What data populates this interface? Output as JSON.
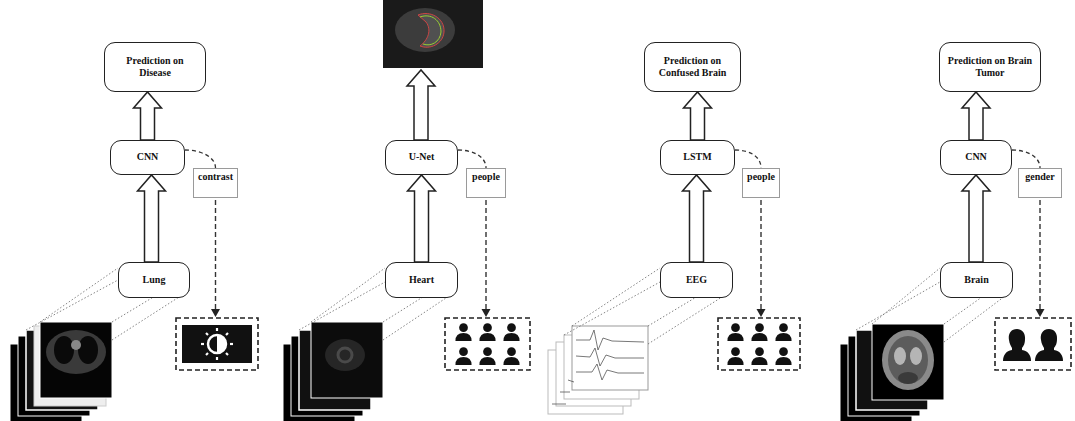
{
  "diagram": {
    "nodes": [
      {
        "text": [
          "Prediction on Disease"
        ]
      },
      {
        "text": [
          "CNN"
        ]
      },
      {
        "text": [
          "contrast"
        ]
      },
      {
        "text": [
          "Lung"
        ]
      },
      {
        "text": [
          "U-Net"
        ]
      },
      {
        "text": [
          "people"
        ]
      },
      {
        "text": [
          "Heart"
        ]
      },
      {
        "text": [
          "Prediction on Confused Brain"
        ]
      },
      {
        "text": [
          "LSTM"
        ]
      },
      {
        "text": [
          "people"
        ]
      },
      {
        "text": [
          "EEG"
        ]
      },
      {
        "text": [
          "Prediction on Brain Tumor"
        ]
      },
      {
        "text": [
          "CNN"
        ]
      },
      {
        "text": [
          "gender"
        ]
      },
      {
        "text": [
          "Brain"
        ]
      }
    ],
    "edges": [
      {
        "from": 3,
        "to": 1,
        "arrow": "to"
      },
      {
        "from": 1,
        "to": 0,
        "arrow": "to"
      },
      {
        "from": 1,
        "to": 2,
        "arrow": "none"
      },
      {
        "from": 6,
        "to": 4,
        "arrow": "to"
      },
      {
        "from": 4,
        "to": 5,
        "arrow": "none"
      },
      {
        "from": 10,
        "to": 8,
        "arrow": "to"
      },
      {
        "from": 8,
        "to": 7,
        "arrow": "to"
      },
      {
        "from": 8,
        "to": 9,
        "arrow": "none"
      },
      {
        "from": 14,
        "to": 12,
        "arrow": "to"
      },
      {
        "from": 12,
        "to": 11,
        "arrow": "to"
      },
      {
        "from": 12,
        "to": 13,
        "arrow": "none"
      }
    ]
  }
}
